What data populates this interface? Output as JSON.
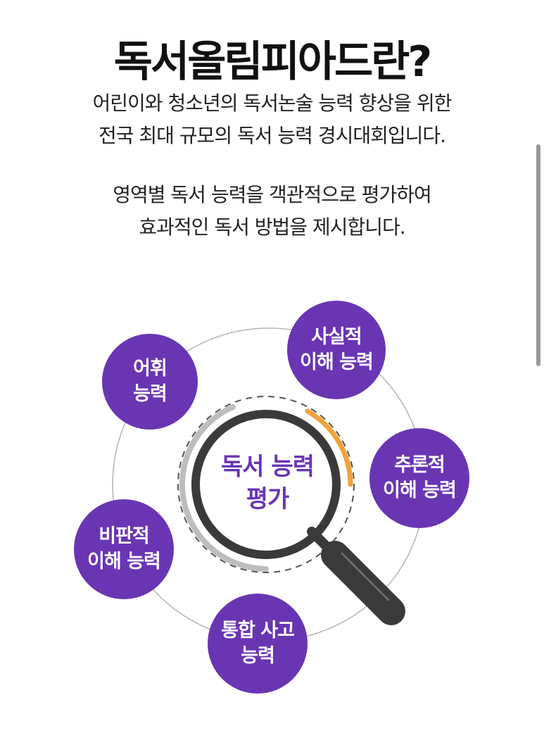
{
  "title": "독서올림피아드란?",
  "intro": {
    "paragraph1": [
      "어린이와 청소년의 독서논술 능력 향상을 위한",
      "전국 최대 규모의 독서 능력 경시대회입니다."
    ],
    "paragraph2": [
      "영역별 독서 능력을 객관적으로 평가하여",
      "효과적인 독서 방법을 제시합니다."
    ]
  },
  "diagram": {
    "center": [
      "독서 능력",
      "평가"
    ],
    "abilities": [
      {
        "lines": [
          "어휘",
          "능력"
        ]
      },
      {
        "lines": [
          "사실적",
          "이해 능력"
        ]
      },
      {
        "lines": [
          "추론적",
          "이해 능력"
        ]
      },
      {
        "lines": [
          "비판적",
          "이해 능력"
        ]
      },
      {
        "lines": [
          "통합 사고",
          "능력"
        ]
      }
    ]
  },
  "colors": {
    "accent_purple": "#6a35b3",
    "accent_orange": "#f2a23a",
    "title_text": "#111111",
    "body_text": "#222222"
  },
  "icons": [
    "magnifier-icon"
  ]
}
